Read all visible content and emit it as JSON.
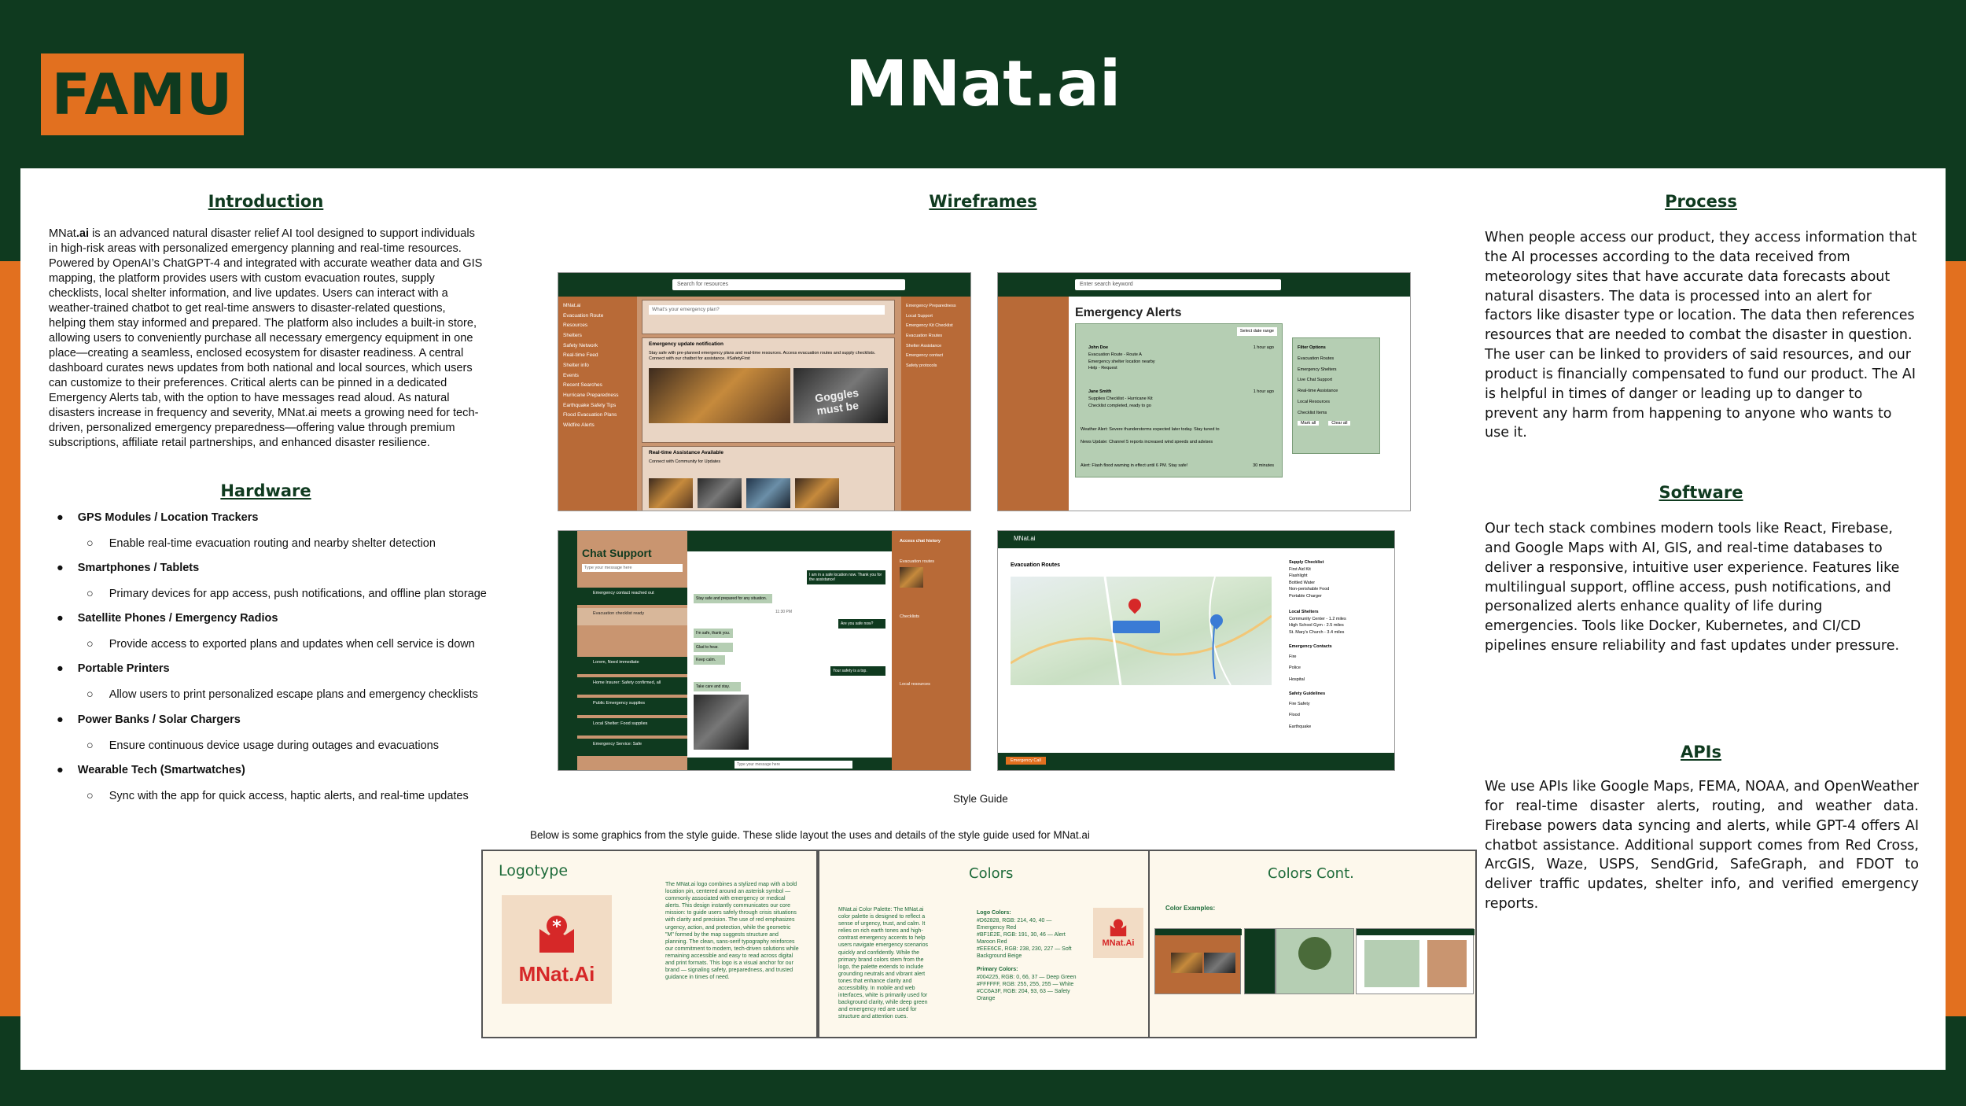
{
  "header": {
    "logo_text": "FAMU",
    "title": "MNat.ai"
  },
  "introduction": {
    "heading": "Introduction",
    "brand_lead": "MNat",
    "brand_bold": ".ai",
    "body": " is an advanced natural disaster relief AI tool designed to support individuals in high-risk areas with personalized emergency planning and real-time resources. Powered by OpenAI’s ChatGPT-4 and integrated with accurate weather data and GIS mapping, the platform provides users with custom evacuation routes, supply checklists, local shelter information, and live updates. Users can interact with a weather-trained chatbot to get real-time answers to disaster-related questions, helping them stay informed and prepared. The platform also includes a built-in store, allowing users to conveniently purchase all necessary emergency equipment in one place—creating a seamless, enclosed ecosystem for disaster readiness. A central dashboard curates news updates from both national and local sources, which users can customize to their preferences. Critical alerts can be pinned in a dedicated Emergency Alerts tab, with the option to have messages read aloud. As natural disasters increase in frequency and severity, MNat.ai meets a growing need for tech-driven, personalized emergency preparedness—offering value through premium subscriptions, affiliate retail partnerships, and enhanced disaster resilience."
  },
  "hardware": {
    "heading": "Hardware",
    "items": [
      {
        "title": "GPS Modules / Location Trackers",
        "detail": "Enable real-time evacuation routing and nearby shelter detection"
      },
      {
        "title": "Smartphones / Tablets",
        "detail": "Primary devices for app access, push notifications, and offline plan storage"
      },
      {
        "title": "Satellite Phones / Emergency Radios",
        "detail": "Provide access to exported plans and updates when cell service is down"
      },
      {
        "title": "Portable Printers",
        "detail": "Allow users to print personalized escape plans and emergency checklists"
      },
      {
        "title": "Power Banks / Solar Chargers",
        "detail": "Ensure continuous device usage during outages and evacuations"
      },
      {
        "title": "Wearable Tech (Smartwatches)",
        "detail": "Sync with the app for quick access, haptic alerts, and real-time updates"
      }
    ]
  },
  "wireframes": {
    "heading": "Wireframes",
    "dashboard": {
      "search_placeholder": "Search for resources",
      "post_placeholder": "What's your emergency plan?",
      "post1_title": "Emergency update notification",
      "post1_body": "Stay safe with pre-planned emergency plans and real-time resources. Access evacuation routes and supply checklists. Connect with our chatbot for assistance. #SafetyFirst",
      "photo_caption": "Goggles must be",
      "post2_title": "Real-time Assistance Available",
      "post2_body": "Connect with Community for Updates",
      "sidebar": [
        "MNat.ai",
        "Evacuation Route",
        "Resources",
        "Shelters",
        "Safety Network",
        "Real-time Feed",
        "Shelter info",
        "Events",
        "Recent Searches",
        "Hurricane Preparedness",
        "Earthquake Safety Tips",
        "Flood Evacuation Plans",
        "Wildfire Alerts"
      ],
      "right_links": [
        "Emergency Preparedness",
        "Local Support",
        "Emergency Kit Checklist",
        "Evacuation Routes",
        "Shelter Assistance",
        "Emergency contact",
        "Safety protocols"
      ]
    },
    "alerts": {
      "search_placeholder": "Enter search keyword",
      "title": "Emergency Alerts",
      "select_label": "Select date range",
      "alert1_name": "John Doe",
      "alert1_lines": [
        "Evacuation Route - Route A",
        "Emergency shelter location nearby",
        "Help - Request"
      ],
      "alert1_time": "1 hour ago",
      "alert2_name": "Jane Smith",
      "alert2_lines": [
        "Supplies Checklist - Hurricane Kit",
        "Checklist completed, ready to go"
      ],
      "alert2_time": "1 hour ago",
      "alert3": "Weather Alert: Severe thunderstorms expected later today. Stay tuned to",
      "alert4": "News Update: Channel 5 reports increased wind speeds and advises",
      "alert5": "Alert: Flash flood warning in effect until 6 PM. Stay safe!",
      "alert5_time": "30 minutes",
      "filter_title": "Filter Options",
      "filters": [
        "Evacuation Routes",
        "Emergency Shelters",
        "Live Chat Support",
        "Real-time Assistance",
        "Local Resources",
        "Checklist Items"
      ],
      "mark_all": "Mark all",
      "clear_all": "Clear all"
    },
    "chat": {
      "title": "Chat Support",
      "search_placeholder": "Type your message here",
      "contacts": [
        "Emergency contact reached out",
        "Evacuation checklist ready",
        "Lorem, Need immediate",
        "Home Insurer: Safety confirmed, all",
        "Public Emergency supplies",
        "Local Shelter: Food supplies",
        "Emergency Service: Safe"
      ],
      "messages_in": [
        "Stay safe and prepared for any situation.",
        "I'm safe, thank you.",
        "Glad to hear.",
        "Keep calm.",
        "Take care and stay."
      ],
      "messages_out": [
        "I am in a safe location now. Thank you for the assistance!",
        "Are you safe now?",
        "Your safety is a top."
      ],
      "time": "11:30 PM",
      "input_placeholder": "Type your message here",
      "right_title": "Access chat history",
      "right_sections": [
        "Evacuation routes",
        "Checklists",
        "Local resources"
      ]
    },
    "map": {
      "brand": "MNat.ai",
      "map_title": "Evacuation Routes",
      "supply_title": "Supply Checklist",
      "supplies": [
        "First Aid Kit",
        "Flashlight",
        "Bottled Water",
        "Non-perishable Food",
        "Portable Charger"
      ],
      "shelters_title": "Local Shelters",
      "shelters": [
        "Community Center - 1.2 miles",
        "High School Gym - 2.5 miles",
        "St. Mary's Church - 3.4 miles"
      ],
      "contacts_title": "Emergency Contacts",
      "contacts": [
        "Fire",
        "Police",
        "Hospital"
      ],
      "guide_title": "Safety Guidelines",
      "guides": [
        "Fire Safety",
        "Flood",
        "Earthquake"
      ],
      "footer_button": "Emergency Call"
    },
    "style_guide_label": "Style Guide",
    "style_guide_caption": "Below is some graphics from the style guide. These slide layout  the uses and details of the style guide used for MNat.ai"
  },
  "style_guide": {
    "logotype_title": "Logotype",
    "logo_word": "MNat.Ai",
    "logotype_body": "The MNat.ai logo combines a stylized map with a bold location pin, centered around an asterisk symbol — commonly associated with emergency or medical alerts. This design instantly communicates our core mission: to guide users safely through crisis situations with clarity and precision. The use of red emphasizes urgency, action, and protection, while the geometric \"M\" formed by the map suggests structure and planning. The clean, sans-serif typography reinforces our commitment to modern, tech-driven solutions while remaining accessible and easy to read across digital and print formats. This logo is a visual anchor for our brand — signaling safety, preparedness, and trusted guidance in times of need.",
    "colors_title": "Colors",
    "colors_body": "MNat.ai Color Palette: The MNat.ai color palette is designed to reflect a sense of urgency, trust, and calm. It relies on rich earth tones and high-contrast emergency accents to help users navigate emergency scenarios quickly and confidently. While the primary brand colors stem from the logo, the palette extends to include grounding neutrals and vibrant alert tones that enhance clarity and accessibility. In mobile and web interfaces, white is primarily used for background clarity, while deep green and emergency red are used for structure and attention cues.",
    "logo_colors_title": "Logo Colors:",
    "logo_colors": "#D62828, RGB: 214, 40, 40 — Emergency Red\n#BF1E2E, RGB: 191, 30, 46 — Alert Maroon Red\n#EEE6CE, RGB: 238, 230, 227 — Soft Background Beige",
    "primary_colors_title": "Primary Colors:",
    "primary_colors": "#004225, RGB: 0, 66, 37 — Deep Green\n#FFFFFF, RGB: 255, 255, 255 — White\n#CC6A3F, RGB: 204, 93, 63 — Safety Orange",
    "colors_cont_title": "Colors Cont.",
    "color_examples": "Color Examples:"
  },
  "process": {
    "heading": "Process",
    "body": "When people access our product, they access information that the AI processes according to the data received from meteorology sites that have accurate data forecasts about natural disasters. The data is processed into an alert for factors like disaster type or location. The data then references resources that are needed to combat the disaster in question. The user can be linked to providers of said resources, and our product is financially compensated to fund our product. The AI is helpful in times of danger or leading up to danger to prevent any harm from happening to anyone who wants to use it."
  },
  "software": {
    "heading": "Software",
    "body": "Our tech stack combines modern tools like React, Firebase, and Google Maps with AI, GIS, and real-time databases to deliver a responsive, intuitive user experience. Features like multilingual support, offline access, push notifications, and personalized alerts enhance quality of life during emergencies. Tools like Docker, Kubernetes, and CI/CD pipelines ensure reliability and fast updates under pressure."
  },
  "apis": {
    "heading": "APIs",
    "body": "We use APIs like Google Maps, FEMA, NOAA, and OpenWeather for real-time disaster alerts, routing, and weather data. Firebase powers data syncing and alerts, while GPT-4 offers AI chatbot assistance. Additional support comes from Red Cross, ArcGIS, Waze, USPS, SendGrid, SafeGraph, and FDOT to deliver traffic updates, shelter info, and verified emergency reports."
  },
  "colors": {
    "deep_green": "#0f3a1f",
    "orange": "#e2701f",
    "alert_red": "#d62828",
    "wire_brown": "#b86a37",
    "wire_green_panel": "#b5ceb3"
  }
}
